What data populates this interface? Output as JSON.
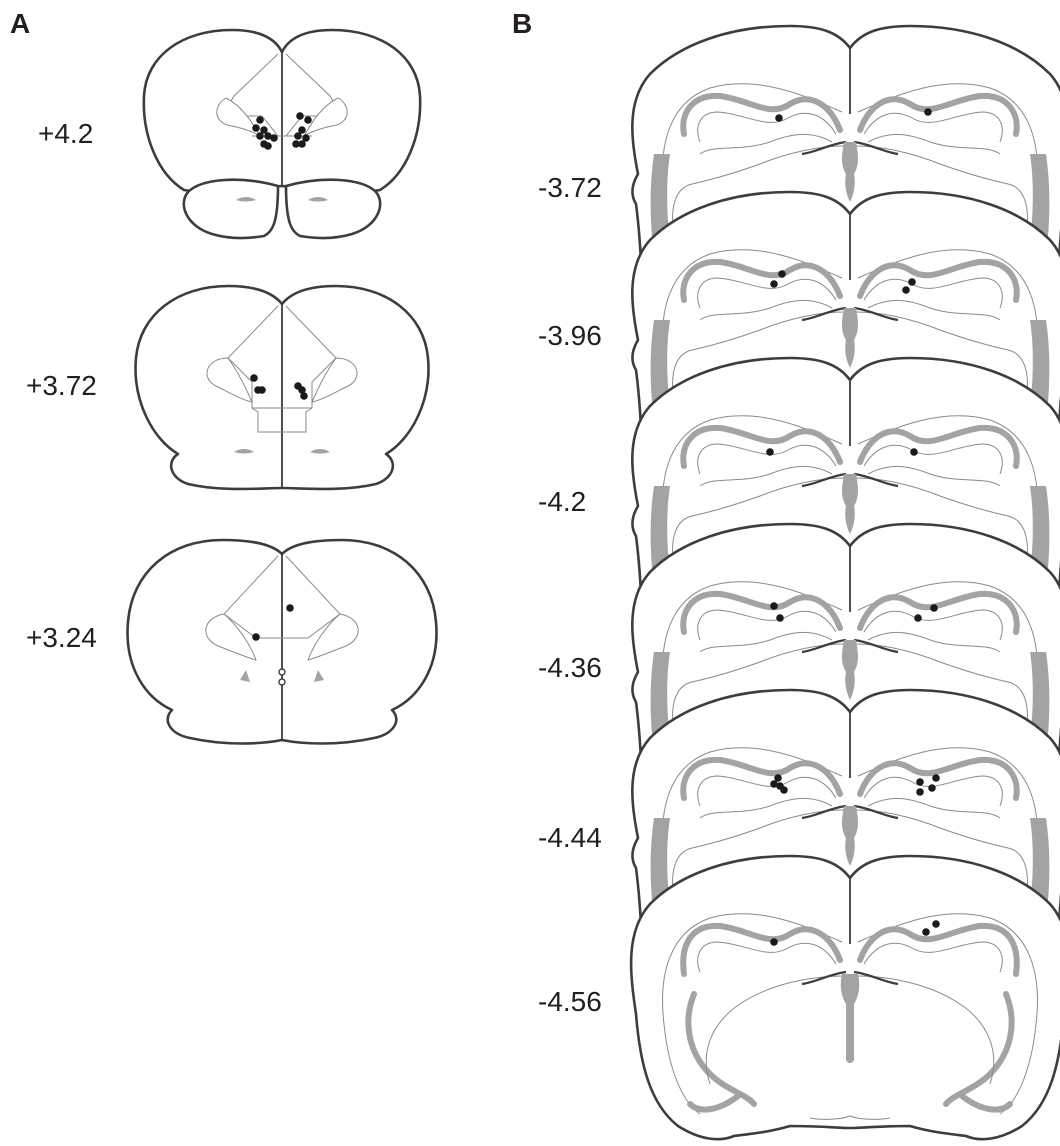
{
  "panels": {
    "a": {
      "label": "A",
      "sections": [
        "+4.2",
        "+3.72",
        "+3.24"
      ]
    },
    "b": {
      "label": "B",
      "sections": [
        "-3.72",
        "-3.96",
        "-4.2",
        "-4.36",
        "-4.44",
        "-4.56"
      ]
    }
  },
  "colors": {
    "outline": "#3d3d3d",
    "fiber_tract": "#a3a3a3",
    "marker": "#1a1a1a",
    "text": "#231f20"
  }
}
